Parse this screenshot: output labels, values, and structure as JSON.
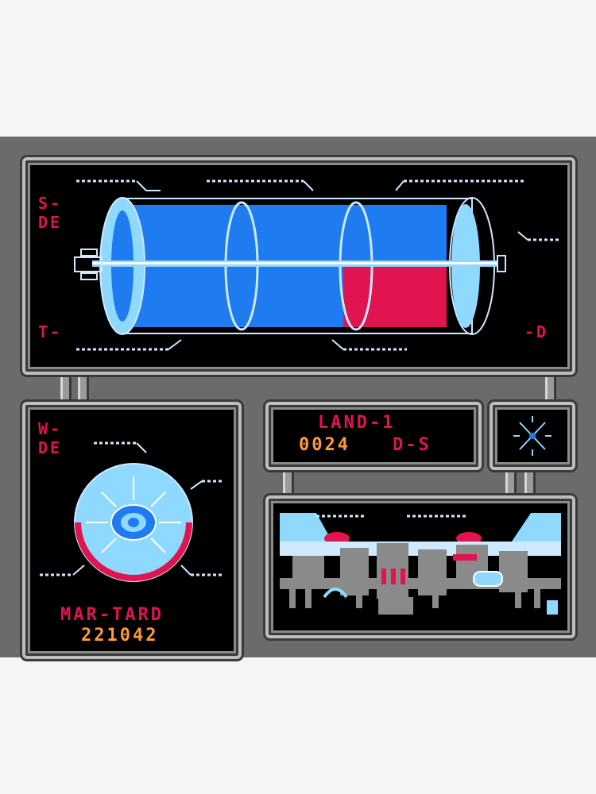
{
  "colors": {
    "frame": "#6b6b6b",
    "panel": "#000000",
    "blue": "#1e7bf0",
    "light_blue": "#8fd8ff",
    "red": "#e0144f",
    "orange": "#ff9a3c",
    "steel": "#bdbdbd"
  },
  "tank_panel": {
    "top_left_label_1": "S-",
    "top_left_label_2": "DE",
    "bottom_left_label": "T-",
    "bottom_right_label": "-D",
    "fuel_level": 0.35
  },
  "radar_panel": {
    "top_label_1": "W-",
    "top_label_2": "DE",
    "planet_name": "MAR-TARD",
    "planet_value": "221042"
  },
  "land_panel": {
    "line1": "LAND-1",
    "line2_value": "0024",
    "line2_suffix": "D-S"
  },
  "icons": {
    "target": "crosshair-icon",
    "ship": "spaceship-icon"
  }
}
